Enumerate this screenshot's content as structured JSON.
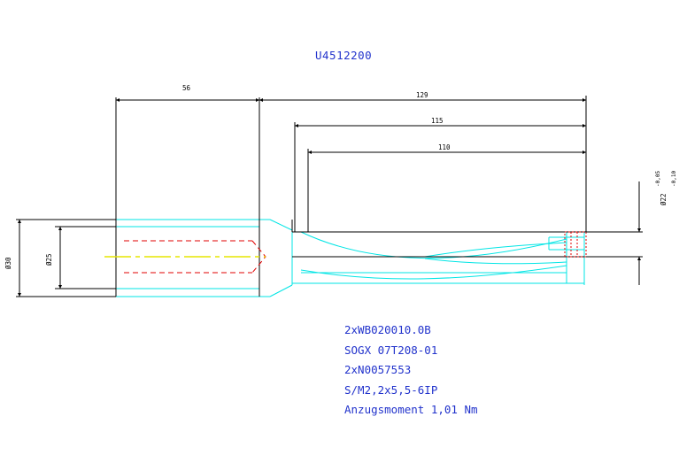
{
  "drawing": {
    "part_number": "U4512200",
    "dimensions": {
      "d56": "56",
      "d129": "129",
      "d115": "115",
      "d110": "110",
      "dia30": "Ø30",
      "dia25": "Ø25",
      "dia22": "Ø22",
      "tol_upper": "-0,05",
      "tol_lower": "-0,10"
    },
    "notes": [
      "2xWB020010.0B",
      "SOGX 07T208-01",
      "2xN0057553",
      "S/M2,2x5,5-6IP",
      "Anzugsmoment 1,01 Nm"
    ]
  },
  "colors": {
    "outline": "#000000",
    "body": "#00e5e5",
    "hidden": "#e00000",
    "axis": "#e5e500",
    "text": "#2233cc"
  }
}
